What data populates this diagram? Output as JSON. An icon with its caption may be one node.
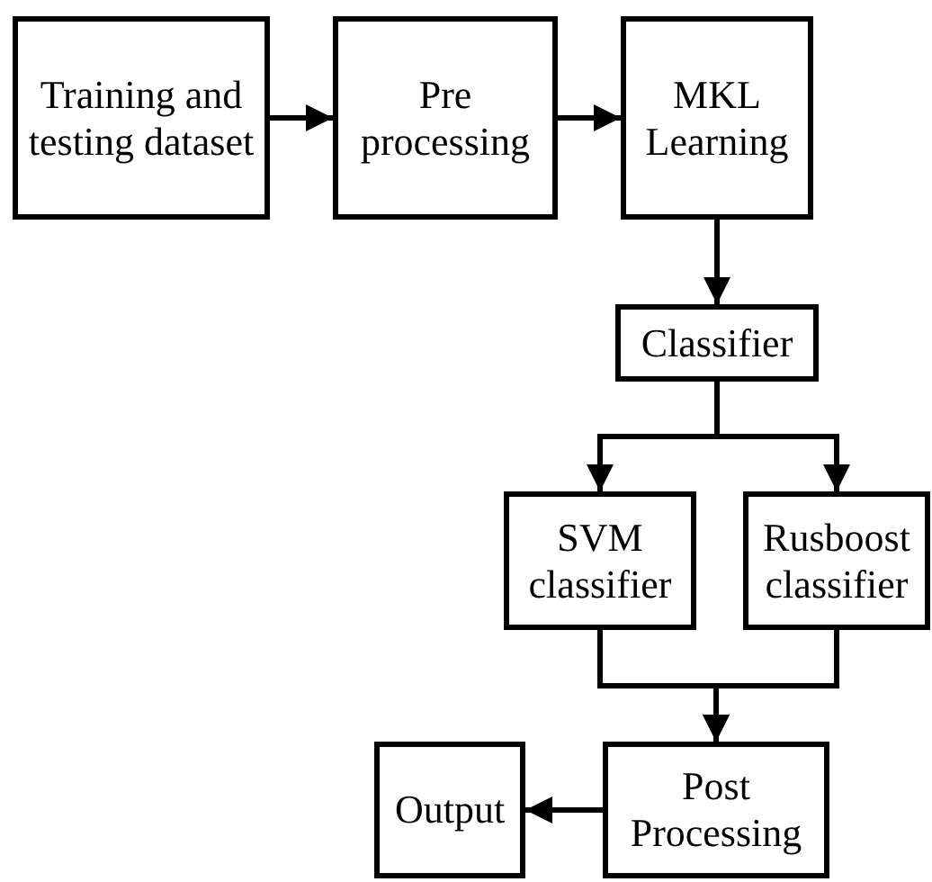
{
  "diagram": {
    "nodes": [
      {
        "text": [
          "Training and testing dataset"
        ]
      },
      {
        "text": [
          "Pre processing"
        ]
      },
      {
        "text": [
          "MKL Learning"
        ]
      },
      {
        "text": [
          "Classifier"
        ]
      },
      {
        "text": [
          "SVM classifier"
        ]
      },
      {
        "text": [
          "Rusboost classifier"
        ]
      },
      {
        "text": [
          "Post Processing"
        ]
      },
      {
        "text": [
          "Output"
        ]
      }
    ],
    "edges": [
      {
        "from": 0,
        "to": 1,
        "arrow": "to"
      },
      {
        "from": 1,
        "to": 2,
        "arrow": "to"
      },
      {
        "from": 2,
        "to": 3,
        "arrow": "to"
      },
      {
        "from": 3,
        "to": 4,
        "arrow": "to"
      },
      {
        "from": 3,
        "to": 5,
        "arrow": "to"
      },
      {
        "from": 4,
        "to": 6,
        "arrow": "to"
      },
      {
        "from": 5,
        "to": 6,
        "arrow": "to"
      },
      {
        "from": 6,
        "to": 7,
        "arrow": "to"
      }
    ]
  }
}
